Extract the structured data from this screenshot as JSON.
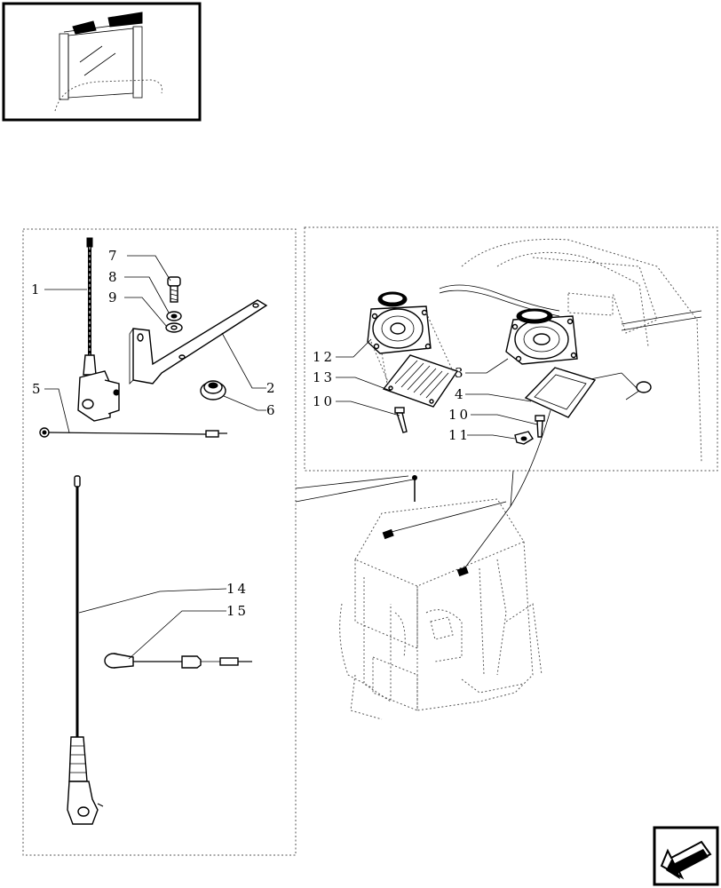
{
  "callouts": [
    {
      "id": "c1",
      "text": "1"
    },
    {
      "id": "c2",
      "text": "2"
    },
    {
      "id": "c3",
      "text": "3"
    },
    {
      "id": "c4",
      "text": "4"
    },
    {
      "id": "c5",
      "text": "5"
    },
    {
      "id": "c6",
      "text": "6"
    },
    {
      "id": "c7",
      "text": "7"
    },
    {
      "id": "c8",
      "text": "8"
    },
    {
      "id": "c9",
      "text": "9"
    },
    {
      "id": "c10a",
      "text": "10"
    },
    {
      "id": "c10b",
      "text": "10"
    },
    {
      "id": "c11",
      "text": "11"
    },
    {
      "id": "c12",
      "text": "12"
    },
    {
      "id": "c13",
      "text": "13"
    },
    {
      "id": "c14",
      "text": "14"
    },
    {
      "id": "c15",
      "text": "15"
    }
  ],
  "icons": {
    "thumbnail": "tractor-cab-windshield-icon",
    "nav": "next-page-arrow-icon"
  }
}
